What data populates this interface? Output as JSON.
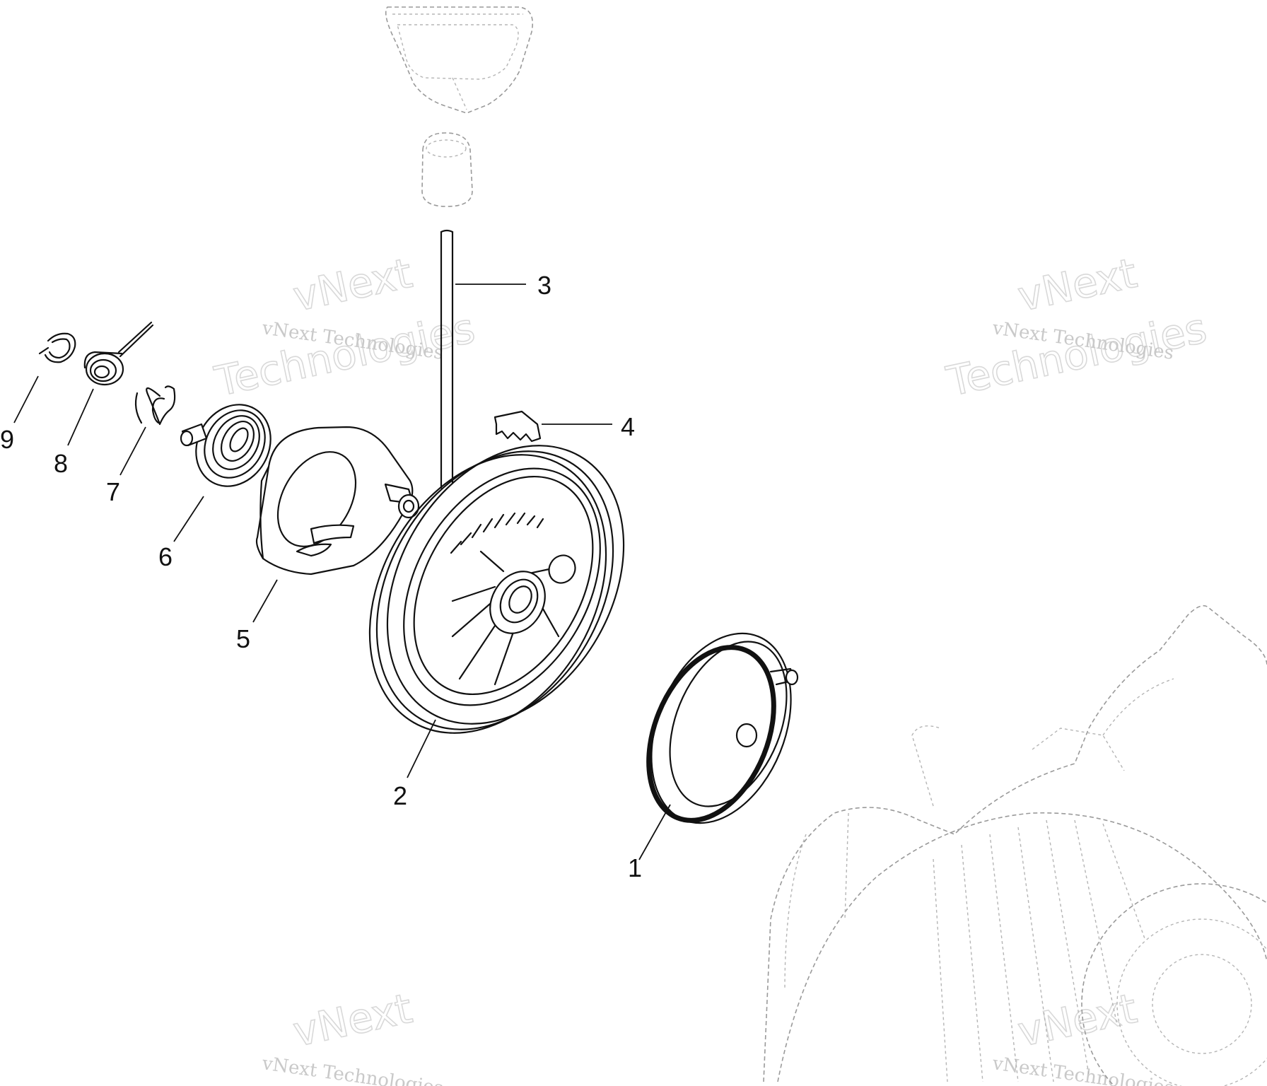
{
  "callouts": [
    {
      "id": "1",
      "text": "1"
    },
    {
      "id": "2",
      "text": "2"
    },
    {
      "id": "3",
      "text": "3"
    },
    {
      "id": "4",
      "text": "4"
    },
    {
      "id": "5",
      "text": "5"
    },
    {
      "id": "6",
      "text": "6"
    },
    {
      "id": "7",
      "text": "7"
    },
    {
      "id": "8",
      "text": "8"
    },
    {
      "id": "9",
      "text": "9"
    }
  ],
  "watermark": {
    "company": "vNext Technologies",
    "line1": "vNext",
    "line2": "Technologies"
  },
  "colors": {
    "ink": "#111111",
    "ghost": "#9a9a9a",
    "watermark": "#c9c9c9"
  }
}
